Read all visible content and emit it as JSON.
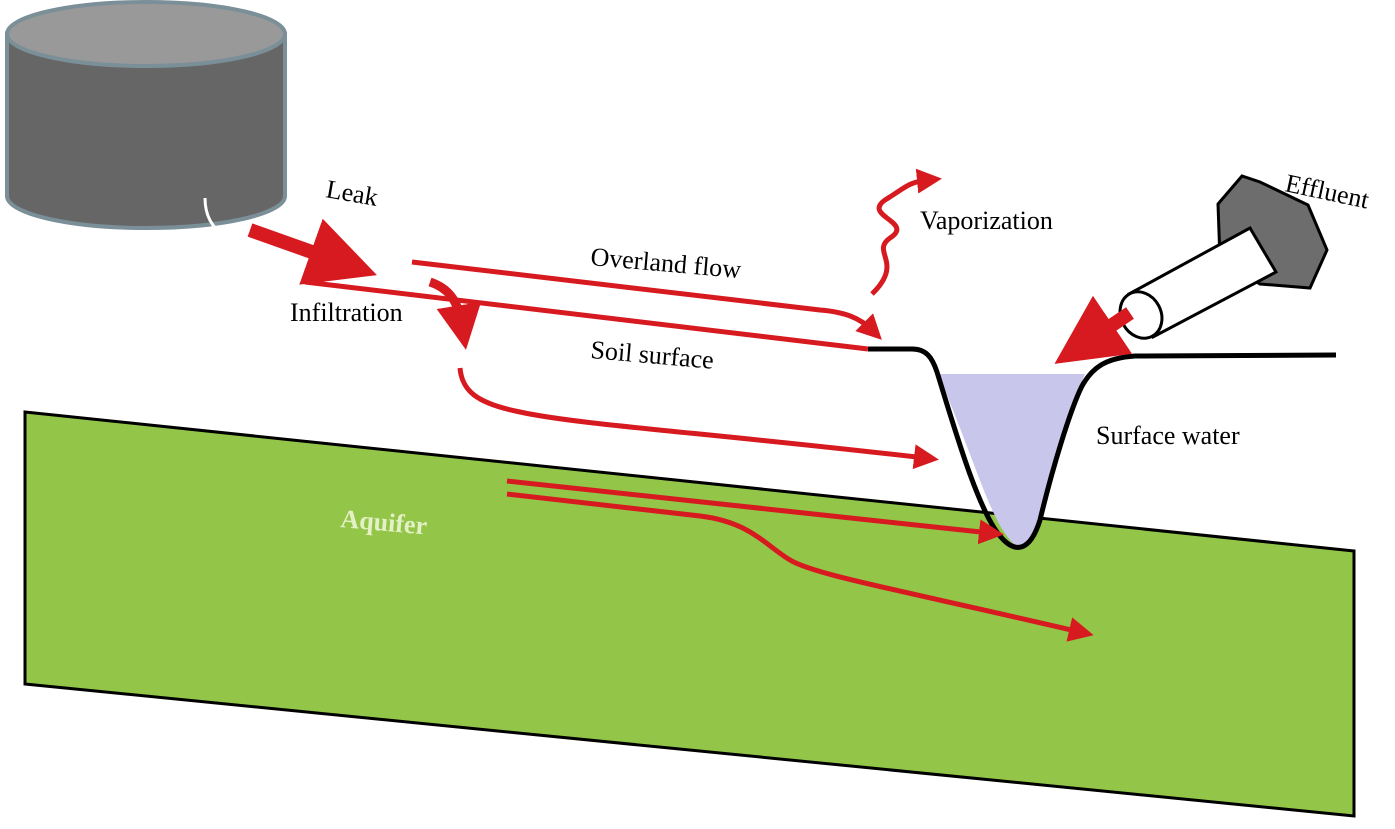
{
  "labels": {
    "leak": "Leak",
    "infiltration": "Infiltration",
    "overland_flow": "Overland flow",
    "soil_surface": "Soil surface",
    "vaporization": "Vaporization",
    "effluent": "Effluent",
    "surface_water": "Surface water",
    "aquifer": "Aquifer"
  },
  "colors": {
    "arrow": "#d71920",
    "aquifer_fill": "#92c548",
    "aquifer_text": "#e4f0c6",
    "tank_body": "#666666",
    "tank_top": "#999999",
    "tank_outline": "#7a8f97",
    "water": "#c8c6ea",
    "pipe_mount": "#6d6d6d",
    "ground_line": "#000000"
  }
}
